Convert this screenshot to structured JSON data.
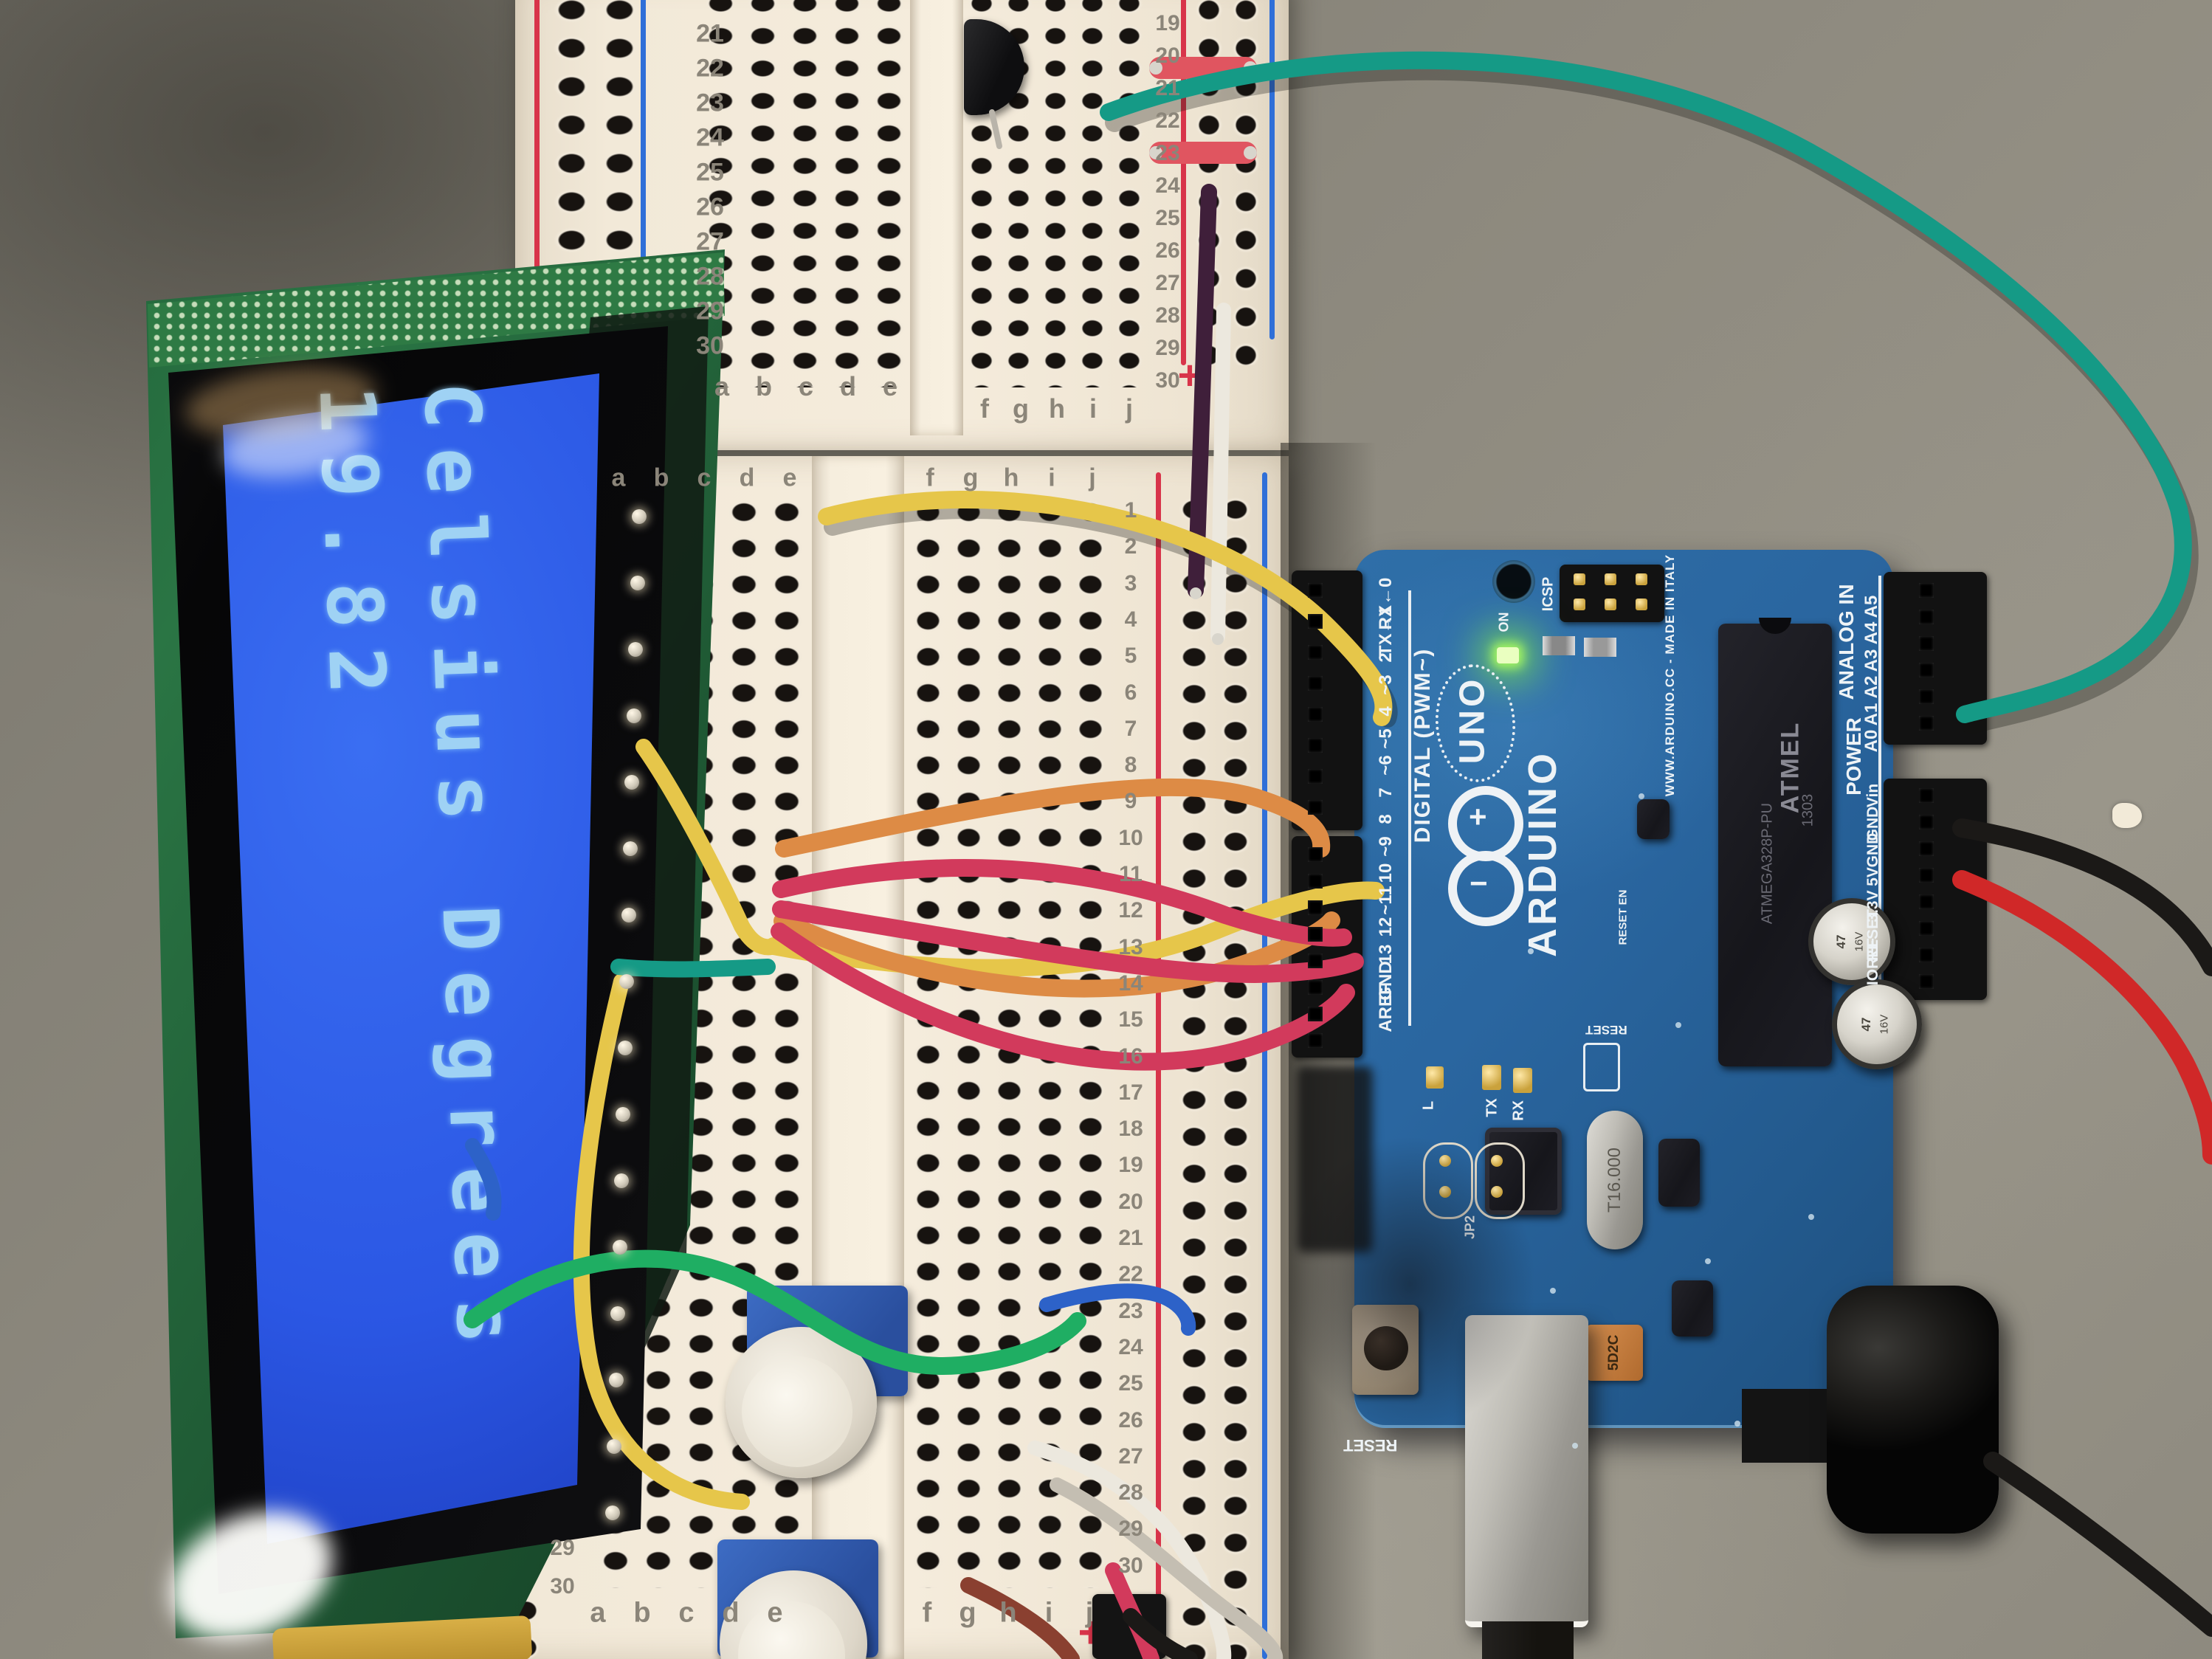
{
  "lcd": {
    "line1": "Celsius Degrees",
    "line2": "19.82"
  },
  "breadboard_top": {
    "numbers_left": [
      "21",
      "22",
      "23",
      "24",
      "25",
      "26",
      "27",
      "28",
      "29",
      "30"
    ],
    "numbers_right": [
      "19",
      "20",
      "21",
      "22",
      "23",
      "24",
      "25",
      "26",
      "27",
      "28",
      "29",
      "30"
    ],
    "letters_left": [
      "a",
      "b",
      "c",
      "d",
      "e"
    ],
    "letters_right": [
      "f",
      "g",
      "h",
      "i",
      "j"
    ],
    "plus_label": "+"
  },
  "breadboard_main": {
    "numbers_right": [
      "1",
      "2",
      "3",
      "4",
      "5",
      "6",
      "7",
      "8",
      "9",
      "10",
      "11",
      "12",
      "13",
      "14",
      "15",
      "16",
      "17",
      "18",
      "19",
      "20",
      "21",
      "22",
      "23",
      "24",
      "25",
      "26",
      "27",
      "28",
      "29",
      "30"
    ],
    "numbers_left": [
      "29",
      "30"
    ],
    "letters_left": [
      "a",
      "b",
      "c",
      "d",
      "e"
    ],
    "letters_right": [
      "f",
      "g",
      "h",
      "i",
      "j"
    ],
    "plus_label": "+",
    "minus_label": "−"
  },
  "arduino": {
    "digital_label": "DIGITAL (PWM~)",
    "digital_pins": [
      "RX←0",
      "TX→1",
      "2",
      "~3",
      "4",
      "~5",
      "~6",
      "7",
      "8",
      "~9",
      "10",
      "~11",
      "12",
      "13",
      "GND",
      "AREF"
    ],
    "brand": "UNO",
    "logo_text": "ARDUINO",
    "logo_plus": "+",
    "logo_minus": "−",
    "on_label": "ON",
    "icsp_label": "ICSP",
    "url_text": "WWW.ARDUINO.CC - MADE IN ITALY",
    "chip": {
      "brand": "ATMEL",
      "part": "ATMEGA328P-PU",
      "batch": "1303"
    },
    "analog_label": "ANALOG IN",
    "analog_pins": [
      "A5",
      "A4",
      "A3",
      "A2",
      "A1",
      "A0"
    ],
    "power_label": "POWER",
    "power_pins": [
      "Vin",
      "GND",
      "GND",
      "5V",
      "3.3V",
      "RESET",
      "IOREF"
    ],
    "reset_label": "RESET",
    "reset_en_label": "RESET EN",
    "jp2_label": "JP2",
    "tx_label": "TX",
    "rx_label": "RX",
    "led_label": "L",
    "crystal_text": "T16.000",
    "fuse_text": "5D2C",
    "cap_line1": "47",
    "cap_line2": "16V"
  },
  "colors": {
    "arduino_pcb": "#2a66a0",
    "breadboard": "#f2e9d8",
    "lcd_screen": "#2b57e4",
    "lcd_text": "#9fd2f4",
    "rail_red": "#d8344a",
    "rail_blue": "#2f6fd8",
    "led_on": "#8cff3c",
    "wire_yellow": "#e6c64a",
    "wire_orange": "#dd8b45",
    "wire_red": "#d23a5c",
    "wire_green": "#1fae63",
    "wire_teal": "#159a86",
    "wire_purple": "#3f1f3a",
    "wire_blue": "#2d62c8",
    "wire_white": "#ece8de",
    "wire_brown": "#8a4030",
    "wire_black": "#1b1917",
    "wire_power_red": "#d02828"
  }
}
